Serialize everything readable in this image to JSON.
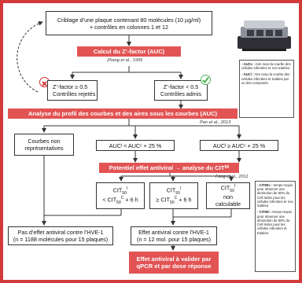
{
  "header": {
    "screening_line1": "Criblage d’une plaque contenant 80 molécules (10 µg/ml)",
    "screening_line2": "+ contrôles en colonnes 1 et 12"
  },
  "zfactor": {
    "title": "Calcul du Z’-factor (AUC)",
    "cite": "Zhang et al., 1999",
    "rejected_line1": "Z’-factor ≥ 0.5",
    "rejected_line2": "Contrôles rejetés",
    "accepted_line1": "Z’-factor < 0.5",
    "accepted_line2": "Contrôles admis"
  },
  "analysis": {
    "title": "Analyse du profil des courbes et des aires sous les courbes (AUC)",
    "cite": "Pan et al., 2013",
    "non_rep_line1": "Courbes non",
    "non_rep_line2": "représentatives",
    "auc_low": "AUCᴵ < AUCᶜ + 25 %",
    "auc_high": "AUCᴵ ≥ AUCᶜ + 25 %"
  },
  "potential": {
    "title_pre": "Potentiel effet antiviral → analyse du CIT",
    "title_sub": "50",
    "cite": "Fang et al., 2011",
    "cit_a_line1": "CIT",
    "cit_a_line2": "< CIT",
    "cit_a_tail": " + 6 h",
    "cit_b_line1": "CIT",
    "cit_b_line2": "≥ CIT",
    "cit_b_tail": " + 6 h",
    "cit_c_line1": "CIT",
    "cit_c_line2": "non",
    "cit_c_line3": "calculable",
    "sub50": "50",
    "sup_i": "I",
    "sup_c": "C"
  },
  "outcomes": {
    "no_effect_line1": "Pas d’effet antiviral contre l’HVE-1",
    "no_effect_line2": "(n = 1188 molécules pour 15 plaques)",
    "effect_line1": "Effet antiviral contre l’HVE-1",
    "effect_line2": "(n = 12 mol. pour 15 plaques)",
    "validate_line1": "Effet antiviral à valider par",
    "validate_line2": "qPCR et par dose réponse"
  },
  "notes_auc": {
    "c_label": "- AUCc :",
    "c_text": " Aire sous la courbe des cellules infectées et non traitées.",
    "i_label": "- AUCi :",
    "i_text": " Aire sous la courbe des cellules infectées et traitées par un des composés."
  },
  "notes_cit": {
    "c_label": "- CIT50c :",
    "c_text": " temps requis pour observer une diminution de 50% du Cell Index pour les cellules infectées et non traitées.",
    "i_label": "- CIT50i :",
    "i_text": " temps requis pour observer une diminution de 50% du Cell Index pour les cellules infectées et traitées."
  },
  "colors": {
    "frame": "#d23a3a",
    "band": "#e25454",
    "reject": "#d32f2f",
    "accept": "#4caf50"
  },
  "icons": {
    "reject": "cross-mark-icon",
    "accept": "check-mark-icon",
    "device": "plate-reader-device-icon"
  }
}
